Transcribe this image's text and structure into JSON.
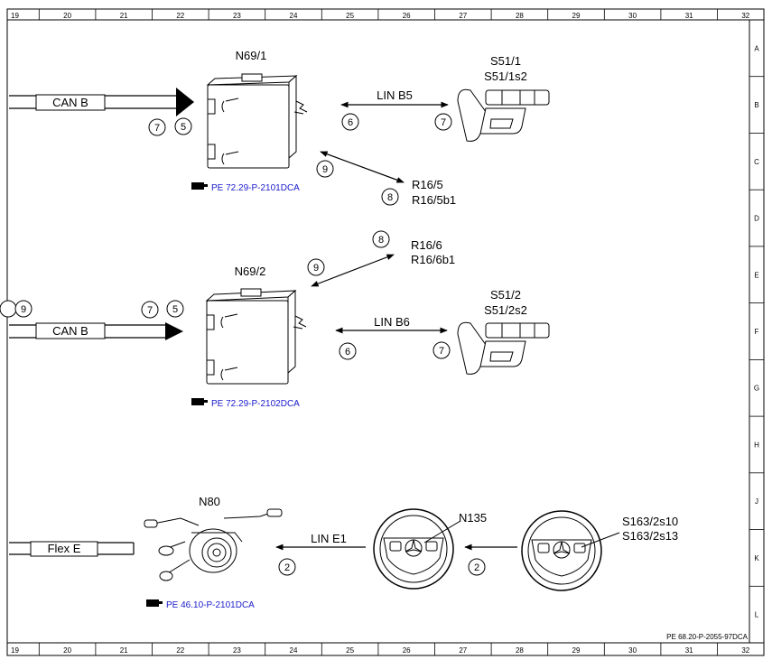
{
  "ruler": {
    "columns": [
      "19",
      "20",
      "21",
      "22",
      "23",
      "24",
      "25",
      "26",
      "27",
      "28",
      "29",
      "30",
      "31",
      "32"
    ],
    "rows": [
      "A",
      "B",
      "C",
      "D",
      "E",
      "F",
      "G",
      "H",
      "J",
      "K",
      "L"
    ]
  },
  "section1": {
    "module_label": "N69/1",
    "bus_label": "CAN B",
    "bus_circles": [
      "7",
      "5"
    ],
    "lin_label": "LIN B5",
    "lin_circles": [
      "6",
      "7"
    ],
    "switch_label_1": "S51/1",
    "switch_label_2": "S51/1s2",
    "sensor_circles": [
      "9",
      "8"
    ],
    "sensor_label_1": "R16/5",
    "sensor_label_2": "R16/5b1",
    "ref_icon": "pointing-hand-icon",
    "ref": "PE 72.29-P-2101DCA"
  },
  "section2": {
    "module_label": "N69/2",
    "bus_label": "CAN B",
    "bus_circles": [
      "9",
      "7",
      "5"
    ],
    "lin_label": "LIN B6",
    "lin_circles": [
      "6",
      "7"
    ],
    "switch_label_1": "S51/2",
    "switch_label_2": "S51/2s2",
    "sensor_circles": [
      "9",
      "8"
    ],
    "sensor_label_1": "R16/6",
    "sensor_label_2": "R16/6b1",
    "ref_icon": "pointing-hand-icon",
    "ref": "PE 72.29-P-2102DCA"
  },
  "section3": {
    "module_label": "N80",
    "bus_label": "Flex E",
    "lin_label": "LIN E1",
    "lin_circle": "2",
    "wheel1_label": "N135",
    "wheel_link_circle": "2",
    "wheel2_label_1": "S163/2s10",
    "wheel2_label_2": "S163/2s13",
    "ref_icon": "pointing-hand-icon",
    "ref": "PE 46.10-P-2101DCA"
  },
  "doc_id": "PE 68.20-P-2055-97DCA"
}
